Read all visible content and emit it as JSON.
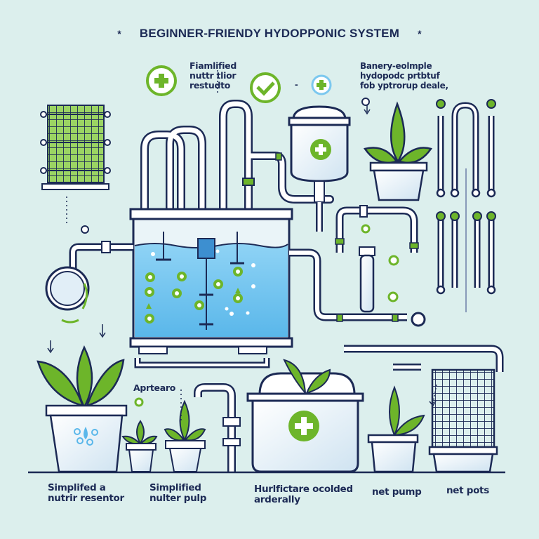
{
  "title": {
    "text": "BEGINNER-FRIENDY HYDOPPONIC SYSTEM",
    "star_left": "*",
    "star_right": "*"
  },
  "callouts": {
    "top_left": {
      "lines": [
        "Fiamlified",
        "nuttr tlior",
        "restudto"
      ]
    },
    "top_right": {
      "lines": [
        "Banery-eolmple",
        "hydopodc prtbtuf",
        "fob yptrorup deale,"
      ]
    },
    "middle_label": {
      "text": "Aprtearo"
    },
    "connector_dash": "-"
  },
  "bottom_labels": [
    {
      "lines": [
        "Simplifed a",
        "nutrir resentor"
      ]
    },
    {
      "lines": [
        "Simplified",
        "nulter pulp"
      ]
    },
    {
      "lines": [
        "Hurlfictare ocolded",
        "arderally"
      ]
    },
    {
      "lines": [
        "net pump"
      ]
    },
    {
      "lines": [
        "net pots"
      ]
    }
  ],
  "colors": {
    "background": "#dcefed",
    "outline": "#1c2a55",
    "accent_green": "#6db52a",
    "water_blue": "#6fc3ef",
    "pipe_white": "#ffffff",
    "badge_blue": "#7cc8ef"
  },
  "icons": {
    "plus_badge": "plus-circle-icon",
    "check_badge": "check-circle-icon",
    "blue_plus_badge": "plus-circle-icon",
    "reservoir_badge": "plus-circle-icon",
    "tub_badge": "plus-circle-icon"
  }
}
